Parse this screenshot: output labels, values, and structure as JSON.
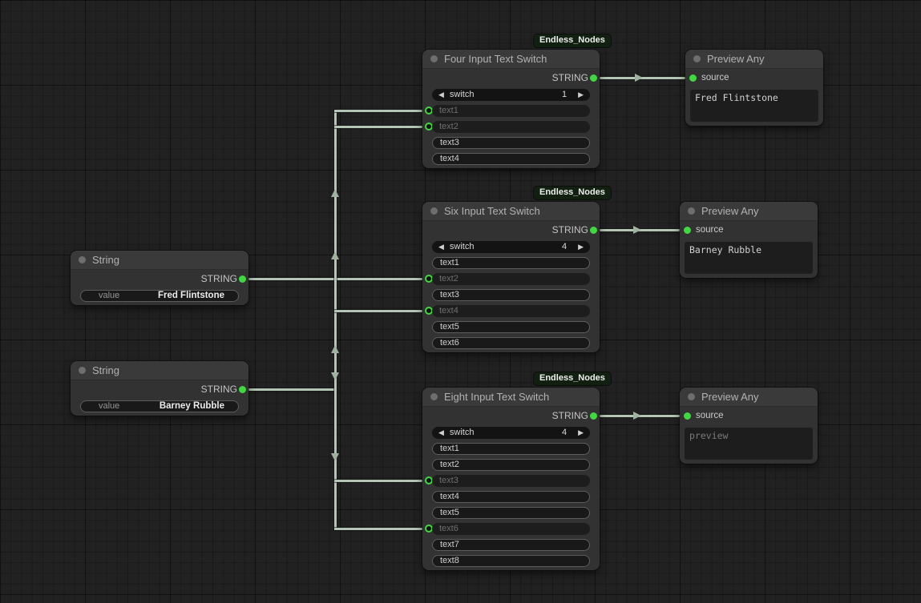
{
  "icons": {
    "arrow_left": "◀",
    "arrow_right": "▶"
  },
  "badge_label": "Endless_Nodes",
  "colors": {
    "accent_green": "#3fd93f",
    "wire": "#b5c5b5",
    "badge_bg": "#112011",
    "node_bg": "#323232"
  },
  "nodes": {
    "string1": {
      "title": "String",
      "output_label": "STRING",
      "widget_label": "value",
      "widget_value": "Fred Flintstone"
    },
    "string2": {
      "title": "String",
      "output_label": "STRING",
      "widget_label": "value",
      "widget_value": "Barney Rubble"
    },
    "four": {
      "title": "Four Input Text Switch",
      "output_label": "STRING",
      "switch_label": "switch",
      "switch_value": "1",
      "rows": [
        {
          "label": "text1",
          "connected": true
        },
        {
          "label": "text2",
          "connected": true
        },
        {
          "label": "text3",
          "connected": false
        },
        {
          "label": "text4",
          "connected": false
        }
      ]
    },
    "six": {
      "title": "Six Input Text Switch",
      "output_label": "STRING",
      "switch_label": "switch",
      "switch_value": "4",
      "rows": [
        {
          "label": "text1",
          "connected": false
        },
        {
          "label": "text2",
          "connected": true
        },
        {
          "label": "text3",
          "connected": false
        },
        {
          "label": "text4",
          "connected": true
        },
        {
          "label": "text5",
          "connected": false
        },
        {
          "label": "text6",
          "connected": false
        }
      ]
    },
    "eight": {
      "title": "Eight Input Text Switch",
      "output_label": "STRING",
      "switch_label": "switch",
      "switch_value": "4",
      "rows": [
        {
          "label": "text1",
          "connected": false
        },
        {
          "label": "text2",
          "connected": false
        },
        {
          "label": "text3",
          "connected": true
        },
        {
          "label": "text4",
          "connected": false
        },
        {
          "label": "text5",
          "connected": false
        },
        {
          "label": "text6",
          "connected": true
        },
        {
          "label": "text7",
          "connected": false
        },
        {
          "label": "text8",
          "connected": false
        }
      ]
    },
    "preview1": {
      "title": "Preview Any",
      "input_label": "source",
      "content": "Fred Flintstone"
    },
    "preview2": {
      "title": "Preview Any",
      "input_label": "source",
      "content": "Barney Rubble"
    },
    "preview3": {
      "title": "Preview Any",
      "input_label": "source",
      "content": "preview"
    }
  }
}
